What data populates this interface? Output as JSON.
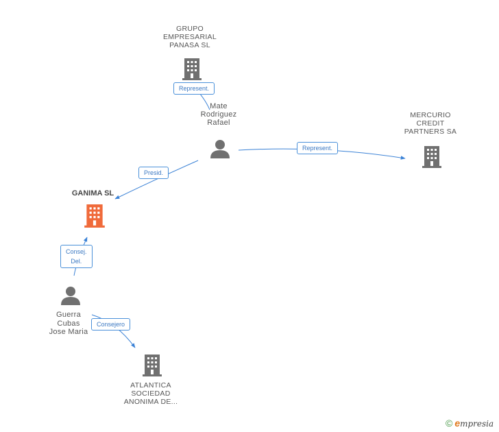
{
  "nodes": {
    "grupo": {
      "label": "GRUPO\nEMPRESARIAL\nPANASA SL",
      "type": "company"
    },
    "mate": {
      "label": "Mate\nRodriguez\nRafael",
      "type": "person"
    },
    "mercurio": {
      "label": "MERCURIO\nCREDIT\nPARTNERS SA",
      "type": "company"
    },
    "ganima": {
      "label": "GANIMA SL",
      "type": "company-main"
    },
    "guerra": {
      "label": "Guerra\nCubas\nJose Maria",
      "type": "person"
    },
    "atlantica": {
      "label": "ATLANTICA\nSOCIEDAD\nANONIMA DE...",
      "type": "company"
    }
  },
  "edges": {
    "represent1": "Represent.",
    "represent2": "Represent.",
    "presid": "Presid.",
    "consej_del": "Consej.\nDel.",
    "consejero": "Consejero"
  },
  "colors": {
    "company": "#707070",
    "main": "#f06a3a",
    "person": "#707070",
    "edge": "#3b82d6"
  },
  "footer": {
    "copyright": "©",
    "brand_e": "e",
    "brand_rest": "mpresia"
  }
}
